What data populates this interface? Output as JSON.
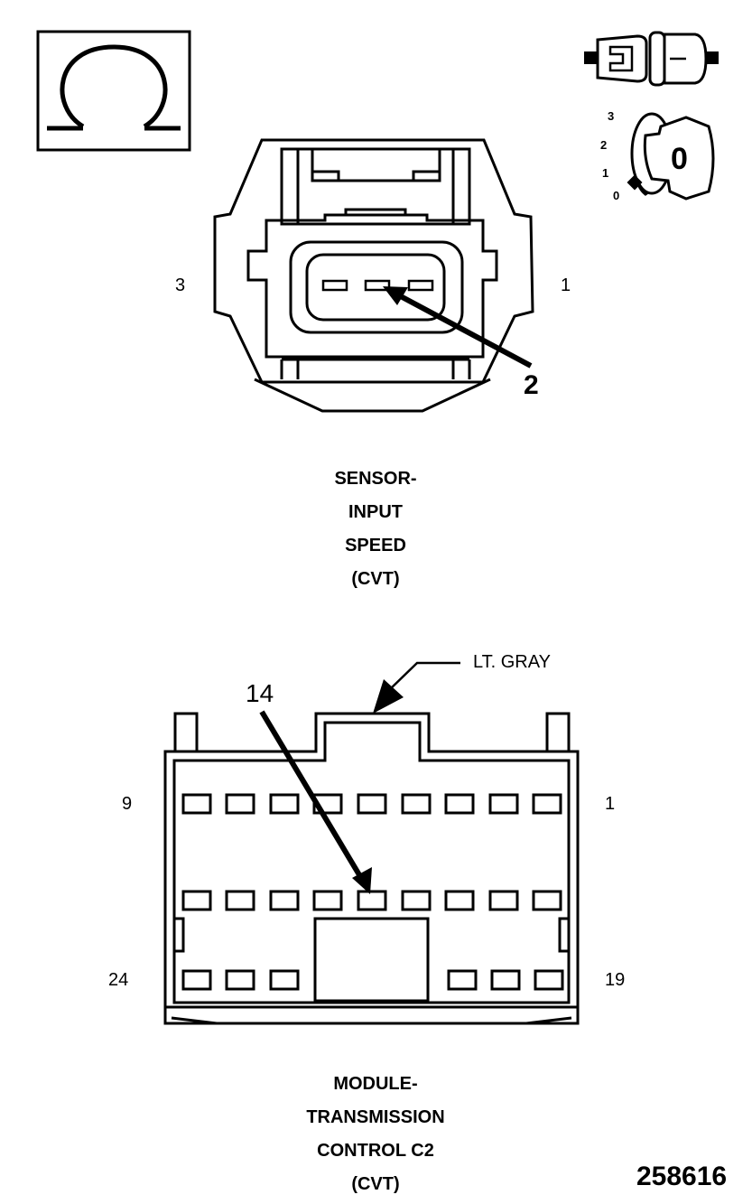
{
  "sensor_connector": {
    "pin_left": "3",
    "pin_right": "1",
    "callout": "2",
    "caption": [
      "SENSOR-",
      "INPUT",
      "SPEED",
      "(CVT)"
    ]
  },
  "module_connector": {
    "color_label": "LT. GRAY",
    "callout": "14",
    "pin_top_left": "9",
    "pin_top_right": "1",
    "pin_bottom_left": "24",
    "pin_bottom_right": "19",
    "caption": [
      "MODULE-",
      "TRANSMISSION",
      "CONTROL C2",
      "(CVT)"
    ]
  },
  "ignition_positions": [
    "3",
    "2",
    "1",
    "0"
  ],
  "ignition_key_label": "0",
  "figure_number": "258616",
  "icons": {
    "test_mode": "ohm-symbol-icon",
    "probe": "connector-probe-icon",
    "ignition": "ignition-key-icon"
  }
}
